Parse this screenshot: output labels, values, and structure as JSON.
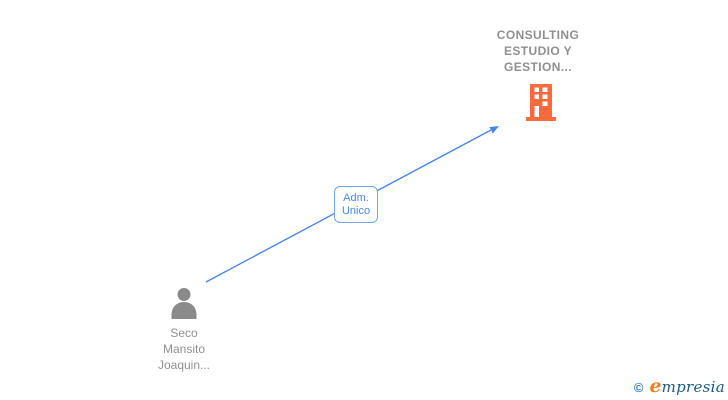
{
  "diagram": {
    "company": {
      "name_lines": [
        "CONSULTING",
        "ESTUDIO Y",
        "GESTION..."
      ],
      "icon": "building-icon",
      "icon_color": "#f96b3d",
      "label_color": "#8f8f8f"
    },
    "person": {
      "name_lines": [
        "Seco",
        "Mansito",
        "Joaquin..."
      ],
      "icon": "person-icon",
      "icon_color": "#8a8a8a",
      "label_color": "#8f8f8f"
    },
    "edge": {
      "label_lines": [
        "Adm.",
        "Unico"
      ],
      "color": "#4a86e8",
      "direction": "person-to-company"
    }
  },
  "branding": {
    "copyright_symbol": "©",
    "logo_first_letter": "e",
    "logo_rest": "mpresia"
  }
}
